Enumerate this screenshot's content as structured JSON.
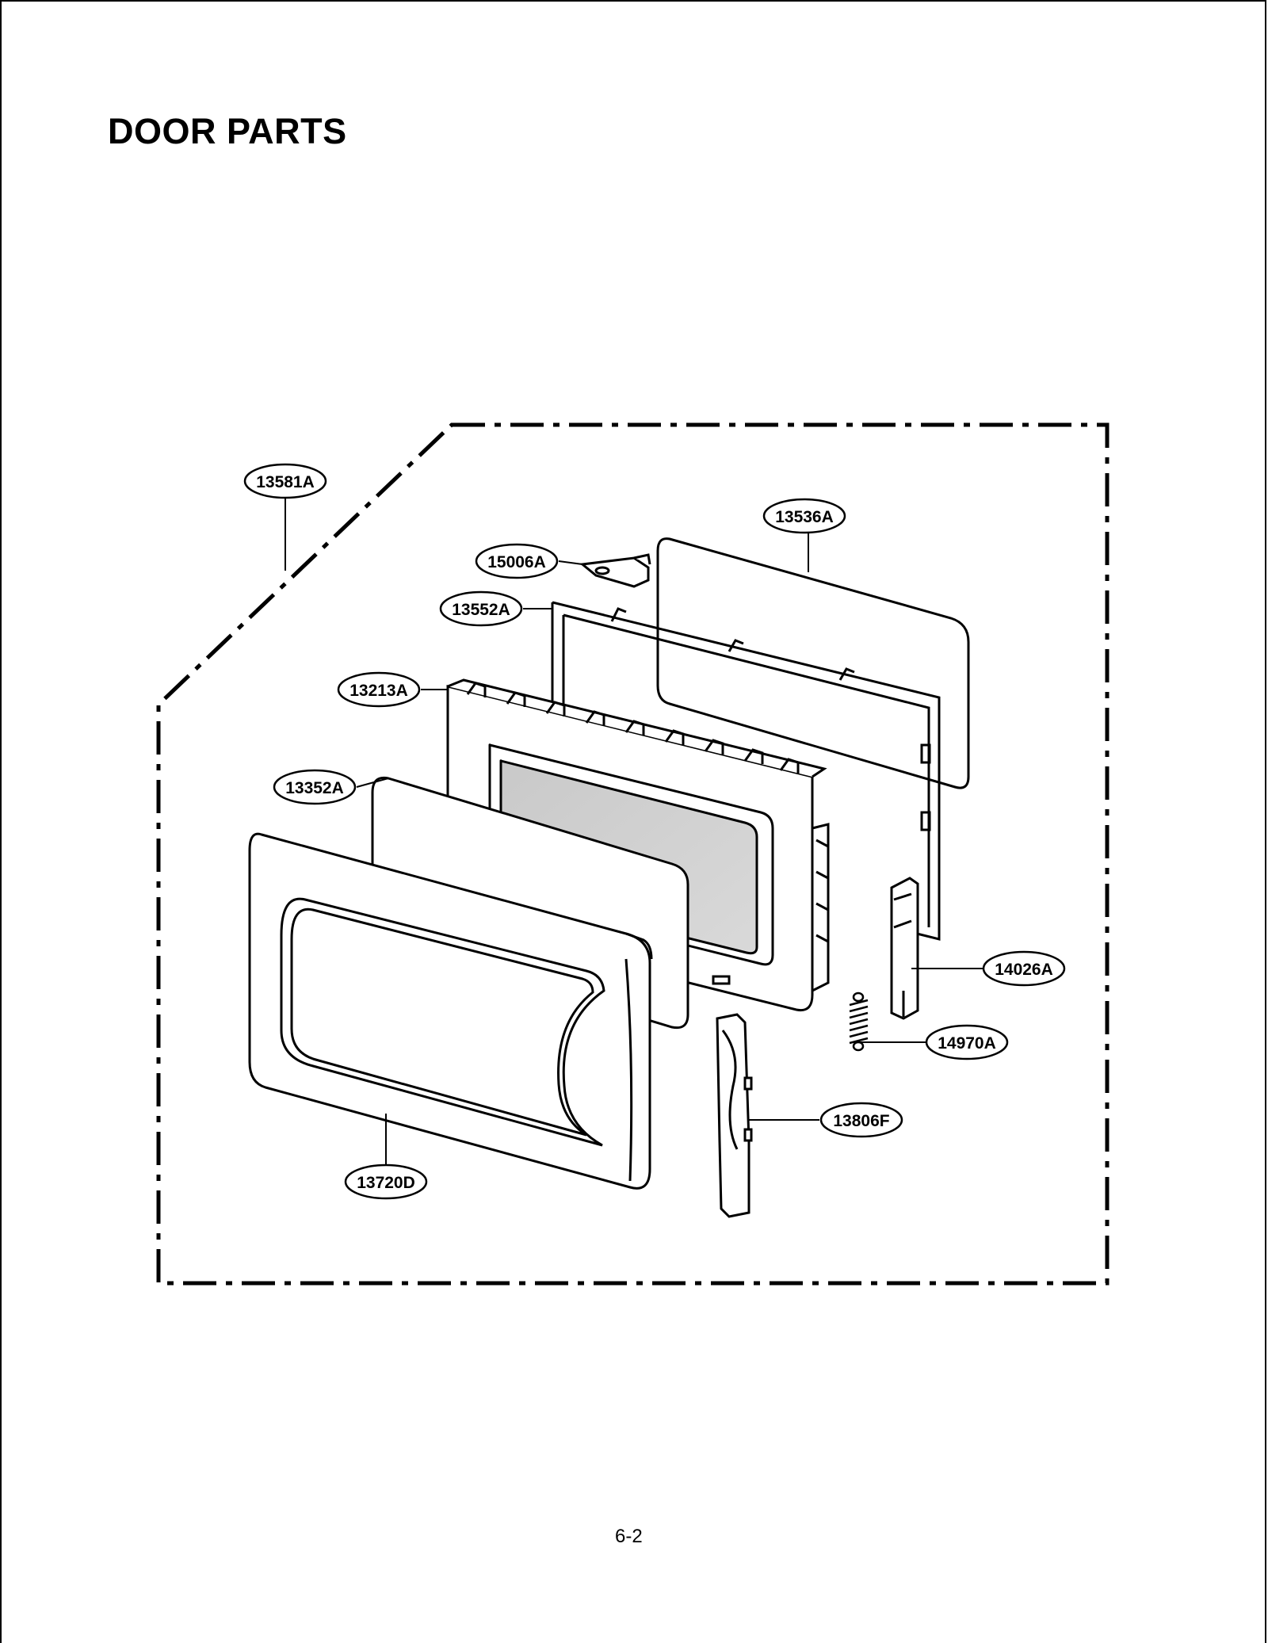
{
  "page": {
    "title": "DOOR PARTS",
    "page_number": "6-2"
  },
  "diagram": {
    "parts": [
      {
        "id": "part-13581a",
        "label": "13581A"
      },
      {
        "id": "part-13536a",
        "label": "13536A"
      },
      {
        "id": "part-15006a",
        "label": "15006A"
      },
      {
        "id": "part-13552a",
        "label": "13552A"
      },
      {
        "id": "part-13213a",
        "label": "13213A"
      },
      {
        "id": "part-13352a",
        "label": "13352A"
      },
      {
        "id": "part-14026a",
        "label": "14026A"
      },
      {
        "id": "part-14970a",
        "label": "14970A"
      },
      {
        "id": "part-13806f",
        "label": "13806F"
      },
      {
        "id": "part-13720d",
        "label": "13720D"
      }
    ]
  }
}
